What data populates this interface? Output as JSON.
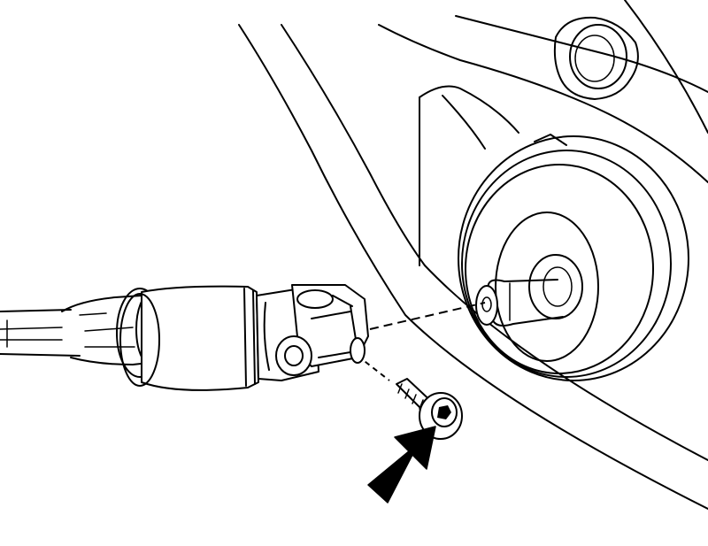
{
  "diagram": {
    "components": [
      "intermediate-steering-shaft",
      "universal-joint-yoke",
      "pinch-bolt",
      "steering-gear-input-shaft",
      "steering-gear-housing",
      "installation-arrow"
    ],
    "colors": {
      "line": "#000000",
      "background": "#ffffff",
      "arrow": "#000000"
    }
  }
}
